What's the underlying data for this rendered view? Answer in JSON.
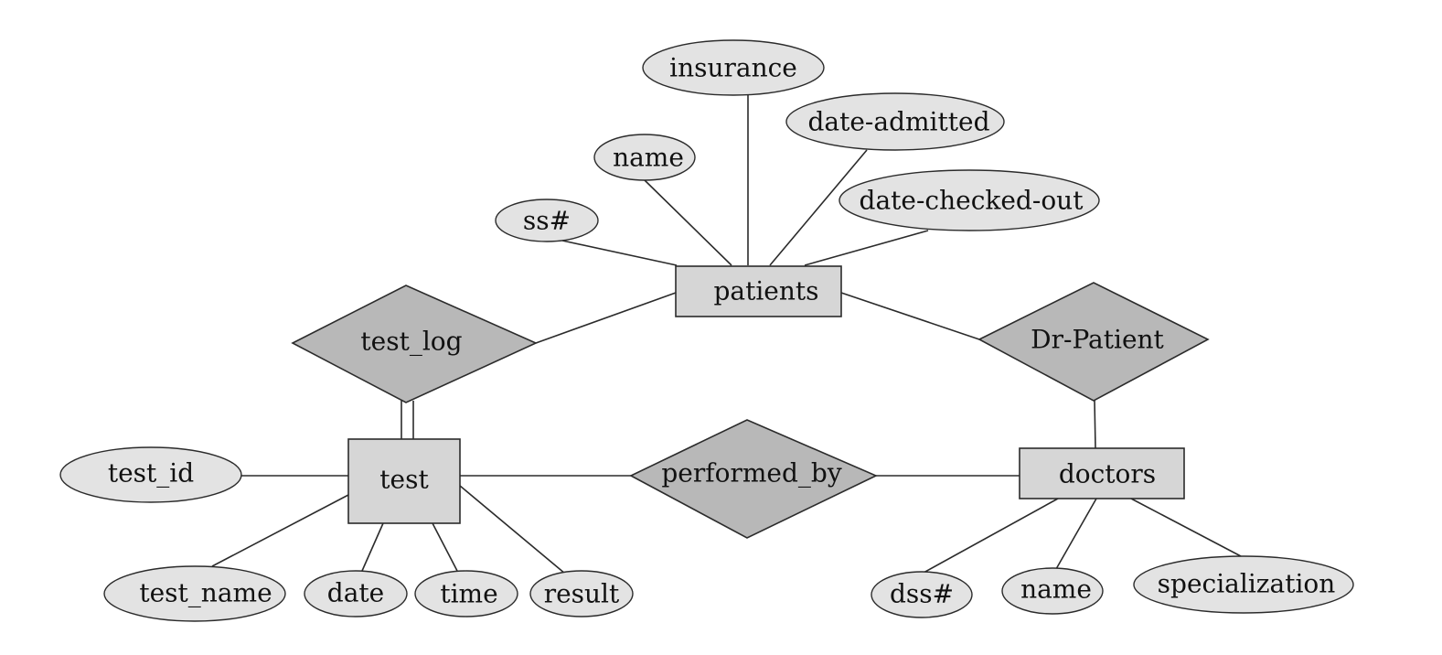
{
  "entities": {
    "patients": "patients",
    "test": "test",
    "doctors": "doctors"
  },
  "relationships": {
    "test_log": "test_log",
    "dr_patient": "Dr-Patient",
    "performed_by": "performed_by"
  },
  "attributes": {
    "patients": {
      "insurance": "insurance",
      "name": "name",
      "date_admitted": "date-admitted",
      "ss": "ss#",
      "date_checked_out": "date-checked-out"
    },
    "test": {
      "test_id": "test_id",
      "test_name": "test_name",
      "date": "date",
      "time": "time",
      "result": "result"
    },
    "doctors": {
      "dss": "dss#",
      "name": "name",
      "specialization": "specialization"
    }
  },
  "colors": {
    "attribute_fill": "#e3e3e3",
    "entity_fill": "#d6d6d6",
    "relationship_fill": "#b8b8b8",
    "stroke": "#2b2b2b"
  }
}
